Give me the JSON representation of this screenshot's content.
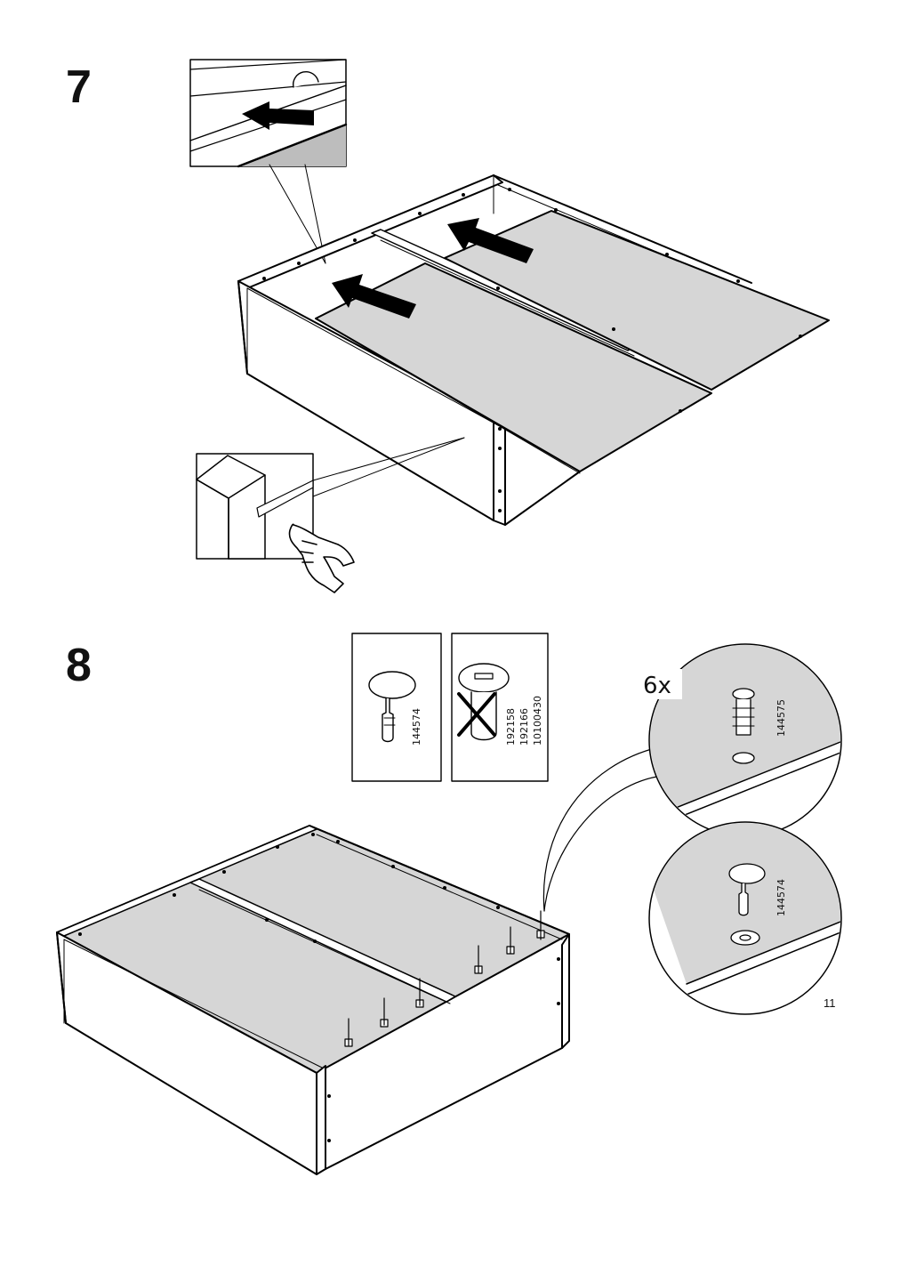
{
  "steps": [
    {
      "number": "7"
    },
    {
      "number": "8"
    }
  ],
  "parts": {
    "dowel_ok": "144574",
    "dowel_not_1": "192158",
    "dowel_not_2": "192166",
    "dowel_not_3": "10100430",
    "anchor": "144575",
    "dowel_detail": "144574"
  },
  "quantity": "6x",
  "page_number": "11"
}
